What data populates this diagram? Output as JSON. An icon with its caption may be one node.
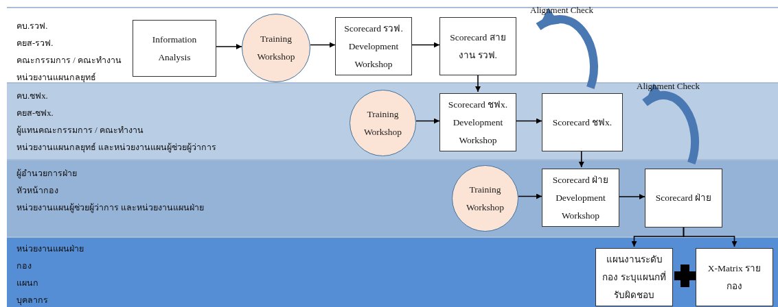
{
  "diagram": {
    "nodes": [
      {
        "text": [
          "คบ.รวฟ.",
          "คยส-รวฟ.",
          "คณะกรรมการ / คณะทำงาน",
          "หน่วยงานแผนกลยุทธ์"
        ]
      },
      {
        "text": [
          "Information Analysis"
        ],
        "in": 0
      },
      {
        "text": [
          "Training Workshop"
        ],
        "in": 0
      },
      {
        "text": [
          "Scorecard รวฟ. Development Workshop"
        ],
        "in": 0
      },
      {
        "text": [
          "Scorecard สายงาน รวฟ."
        ],
        "in": 0
      },
      {
        "text": [
          "คบ.ชฟx.",
          "คยส-ชฟx.",
          "ผู้แทนคณะกรรมการ / คณะทำงาน",
          "หน่วยงานแผนกลยุทธ์ และหน่วยงานแผนผู้ช่วยผู้ว่าการ"
        ]
      },
      {
        "text": [
          "Training Workshop"
        ],
        "in": 5
      },
      {
        "text": [
          "Scorecard ชฟx. Development Workshop"
        ],
        "in": 5
      },
      {
        "text": [
          "Scorecard ชฟx."
        ],
        "in": 5
      },
      {
        "text": [
          "ผู้อำนวยการฝ่าย",
          "หัวหน้ากอง",
          "หน่วยงานแผนผู้ช่วยผู้ว่าการ และหน่วยงานแผนฝ่าย"
        ]
      },
      {
        "text": [
          "Training Workshop"
        ],
        "in": 9
      },
      {
        "text": [
          "Scorecard ฝ่าย Development Workshop"
        ],
        "in": 9
      },
      {
        "text": [
          "Scorecard ฝ่าย"
        ],
        "in": 9
      },
      {
        "text": [
          "หน่วยงานแผนฝ่าย",
          "กอง",
          "แผนก",
          "บุคลากร"
        ]
      },
      {
        "text": [
          "แผนงานระดับ กอง ระบุแผนกที่ รับผิดชอบ"
        ],
        "in": 13
      },
      {
        "text": [
          "X-Matrix รายกอง"
        ],
        "in": 13
      }
    ],
    "edges": [
      {
        "from": 1,
        "to": 2,
        "arrow": "to"
      },
      {
        "from": 2,
        "to": 3,
        "arrow": "to"
      },
      {
        "from": 3,
        "to": 4,
        "arrow": "to"
      },
      {
        "from": 4,
        "to": 7,
        "arrow": "to"
      },
      {
        "from": 6,
        "to": 7,
        "arrow": "to"
      },
      {
        "from": 7,
        "to": 8,
        "arrow": "to"
      },
      {
        "from": 8,
        "to": 4,
        "arrow": "to",
        "label": "Alignment Check",
        "style": "thick",
        "color": "#4a78b3"
      },
      {
        "from": 8,
        "to": 11,
        "arrow": "to"
      },
      {
        "from": 10,
        "to": 11,
        "arrow": "to"
      },
      {
        "from": 11,
        "to": 12,
        "arrow": "to"
      },
      {
        "from": 12,
        "to": 8,
        "arrow": "to",
        "label": "Alignment Check",
        "style": "thick",
        "color": "#4a78b3"
      },
      {
        "from": 12,
        "to": 14,
        "arrow": "to"
      },
      {
        "from": 12,
        "to": 15,
        "arrow": "to"
      }
    ]
  }
}
